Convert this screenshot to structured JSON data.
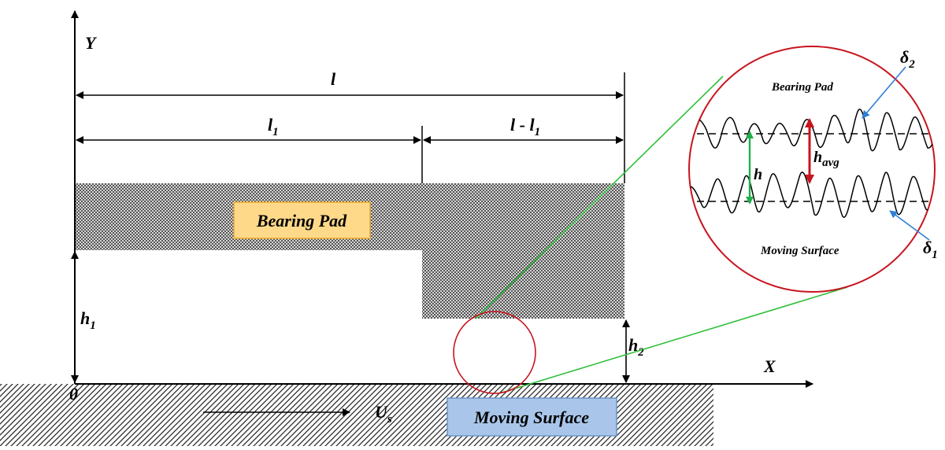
{
  "axes": {
    "y_label": "Y",
    "x_label": "X",
    "origin_label": "0"
  },
  "dimensions": {
    "total_length": "l",
    "l1_base": "l",
    "l1_sub": "1",
    "rest_pre": "l - l",
    "rest_sub": "1",
    "h1_base": "h",
    "h1_sub": "1",
    "h2_base": "h",
    "h2_sub": "2"
  },
  "labels": {
    "bearing_pad": "Bearing Pad",
    "moving_surface": "Moving Surface",
    "velocity_base": "U",
    "velocity_sub": "s"
  },
  "zoom": {
    "bearing_pad": "Bearing Pad",
    "moving_surface": "Moving Surface",
    "h": "h",
    "h_avg_base": "h",
    "h_avg_sub": "avg",
    "delta1_base": "δ",
    "delta1_sub": "1",
    "delta2_base": "δ",
    "delta2_sub": "2"
  },
  "colors": {
    "bearing_label_bg": "#ffd98a",
    "bearing_label_border": "#e6a52a",
    "moving_label_bg": "#a9c6ea",
    "moving_label_border": "#6d94c8",
    "circle_red": "#c8141e",
    "zoom_line_green": "#2fbf3a",
    "h_arrow_green": "#1fb04a",
    "havg_arrow_red": "#c8141e",
    "delta_arrow_blue": "#2f7fd6"
  }
}
